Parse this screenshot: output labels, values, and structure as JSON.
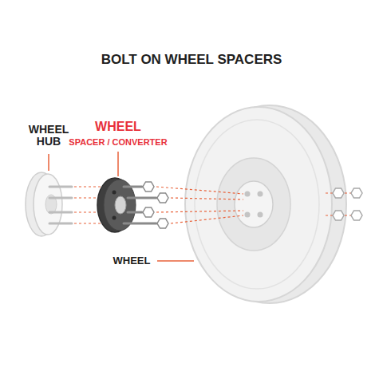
{
  "diagram": {
    "title": "BOLT ON WHEEL SPACERS",
    "labels": [
      "WHEEL HUB",
      "WHEEL",
      "SPACER / CONVERTER",
      "WHEEL"
    ]
  }
}
